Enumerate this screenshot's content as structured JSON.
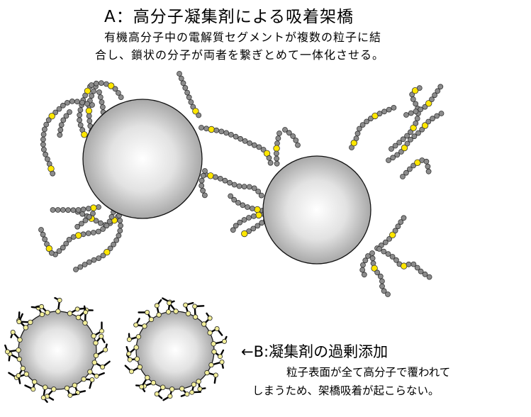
{
  "panel_a": {
    "title": "A：高分子凝集剤による吸着架橋",
    "description_line1": "有機高分子中の電解質セグメントが複数の粒子に結",
    "description_line2": "合し、鎖状の分子が両者を繋ぎとめて一体化させる。"
  },
  "panel_b": {
    "title": "←B:凝集剤の過剰添加",
    "description_line1": "粒子表面が全て高分子で覆われて",
    "description_line2": "しまうため、架橋吸着が起こらない。"
  },
  "colors": {
    "particle_center": "#ffffff",
    "particle_edge": "#a8a8a8",
    "chain_bead": "#8c8c8c",
    "electrolyte_segment": "#ffe600",
    "polymer_strand": "#000000",
    "adsorption_point": "#f2ee9a"
  }
}
